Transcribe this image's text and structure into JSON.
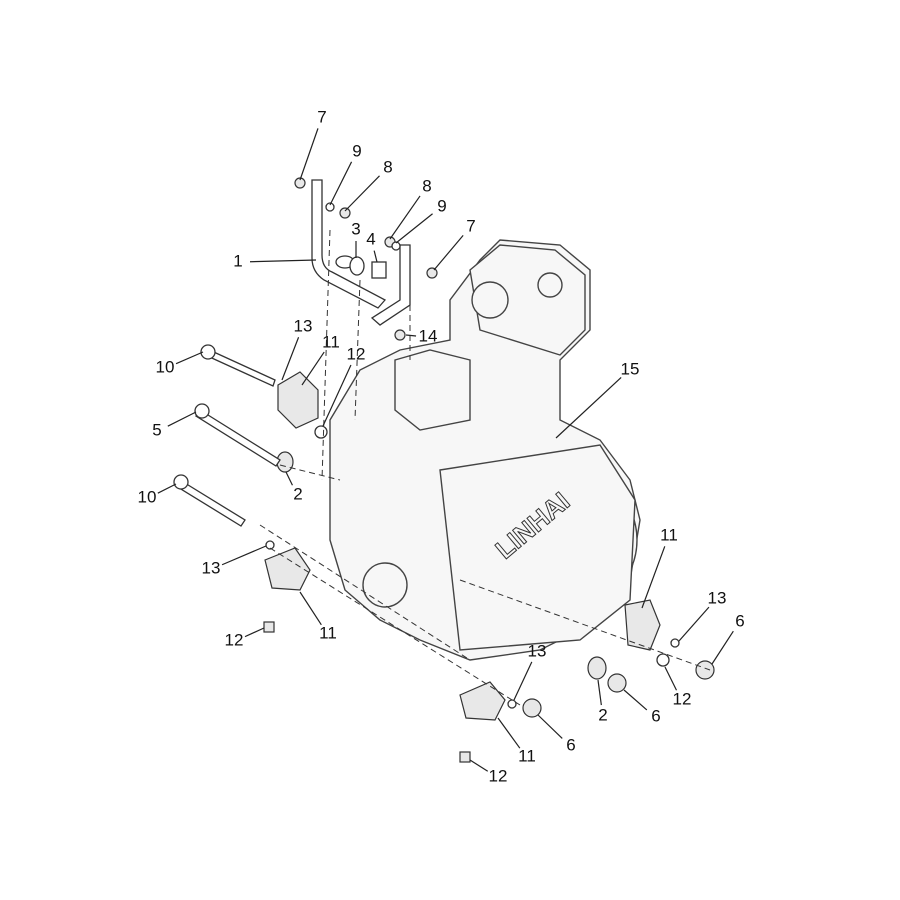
{
  "diagram": {
    "brand_mark": "LINHAI",
    "callouts": [
      {
        "label": "7"
      },
      {
        "label": "9"
      },
      {
        "label": "8"
      },
      {
        "label": "8"
      },
      {
        "label": "9"
      },
      {
        "label": "7"
      },
      {
        "label": "3"
      },
      {
        "label": "4"
      },
      {
        "label": "1"
      },
      {
        "label": "13"
      },
      {
        "label": "11"
      },
      {
        "label": "12"
      },
      {
        "label": "14"
      },
      {
        "label": "15"
      },
      {
        "label": "10"
      },
      {
        "label": "5"
      },
      {
        "label": "10"
      },
      {
        "label": "2"
      },
      {
        "label": "13"
      },
      {
        "label": "11"
      },
      {
        "label": "12"
      },
      {
        "label": "11"
      },
      {
        "label": "13"
      },
      {
        "label": "6"
      },
      {
        "label": "12"
      },
      {
        "label": "13"
      },
      {
        "label": "2"
      },
      {
        "label": "6"
      },
      {
        "label": "11"
      },
      {
        "label": "6"
      },
      {
        "label": "12"
      }
    ]
  }
}
